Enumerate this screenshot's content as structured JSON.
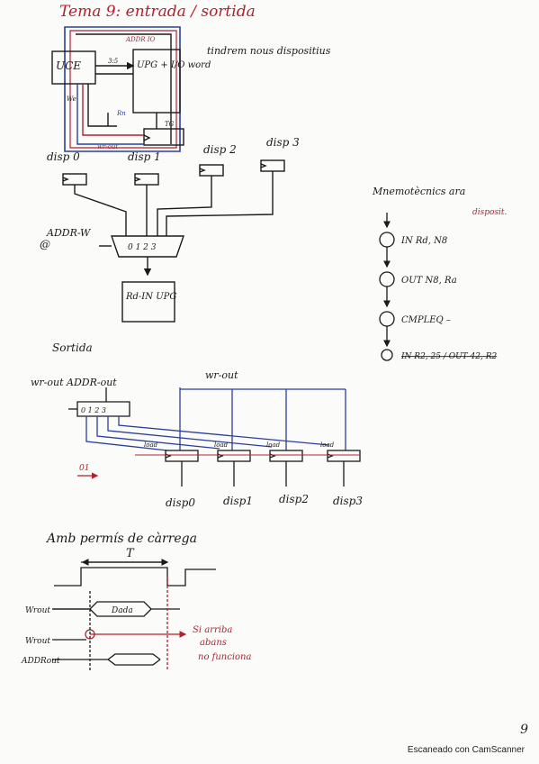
{
  "colors": {
    "ink": "#1a1a1a",
    "blue": "#2a3f9a",
    "red": "#b3212f",
    "accent_red": "#c0202a"
  },
  "title": "Tema 9: entrada / sortida",
  "top_diagram": {
    "uce_label": "UCE",
    "upg_label": "UPG + I/O word",
    "note": "tindrem nous dispositius",
    "disp_labels": [
      "disp 0",
      "disp 1",
      "disp 2",
      "disp 3"
    ],
    "addr_label": "ADDR-W",
    "at_sign": "@",
    "mux_label": "0 1 2 3",
    "rn_box": "Rd-IN UPG",
    "small_labels": [
      "ADDR IO",
      "TG",
      "3:5",
      "Rn",
      "wr-out",
      "We"
    ]
  },
  "mnemonics": {
    "heading": "Mnemotècnics ara",
    "side_note": "disposit.",
    "steps": [
      "IN Rd, N8",
      "OUT N8, Ra",
      "CMPLEQ –",
      "IN R2, 25 / OUT 42, R2"
    ]
  },
  "output_section": {
    "heading": "Sortida",
    "left_label": "wr-out ADDR-out",
    "decoder_digits": "0 1 2 3",
    "wrout_label": "wr-out",
    "register_loads": [
      "load",
      "load",
      "load",
      "load"
    ],
    "disp_labels": [
      "disp0",
      "disp1",
      "disp2",
      "disp3"
    ],
    "arrow_note": "01"
  },
  "timing": {
    "heading": "Amb permís de càrrega",
    "period": "T",
    "signals": [
      "Wrout",
      "Wrout",
      "ADDRout"
    ],
    "data_label": "Dada",
    "note_line1": "Si arriba",
    "note_line2": "abans",
    "note_line3": "no funciona"
  },
  "footer": {
    "page": "9",
    "scanner": "Escaneado con CamScanner"
  }
}
